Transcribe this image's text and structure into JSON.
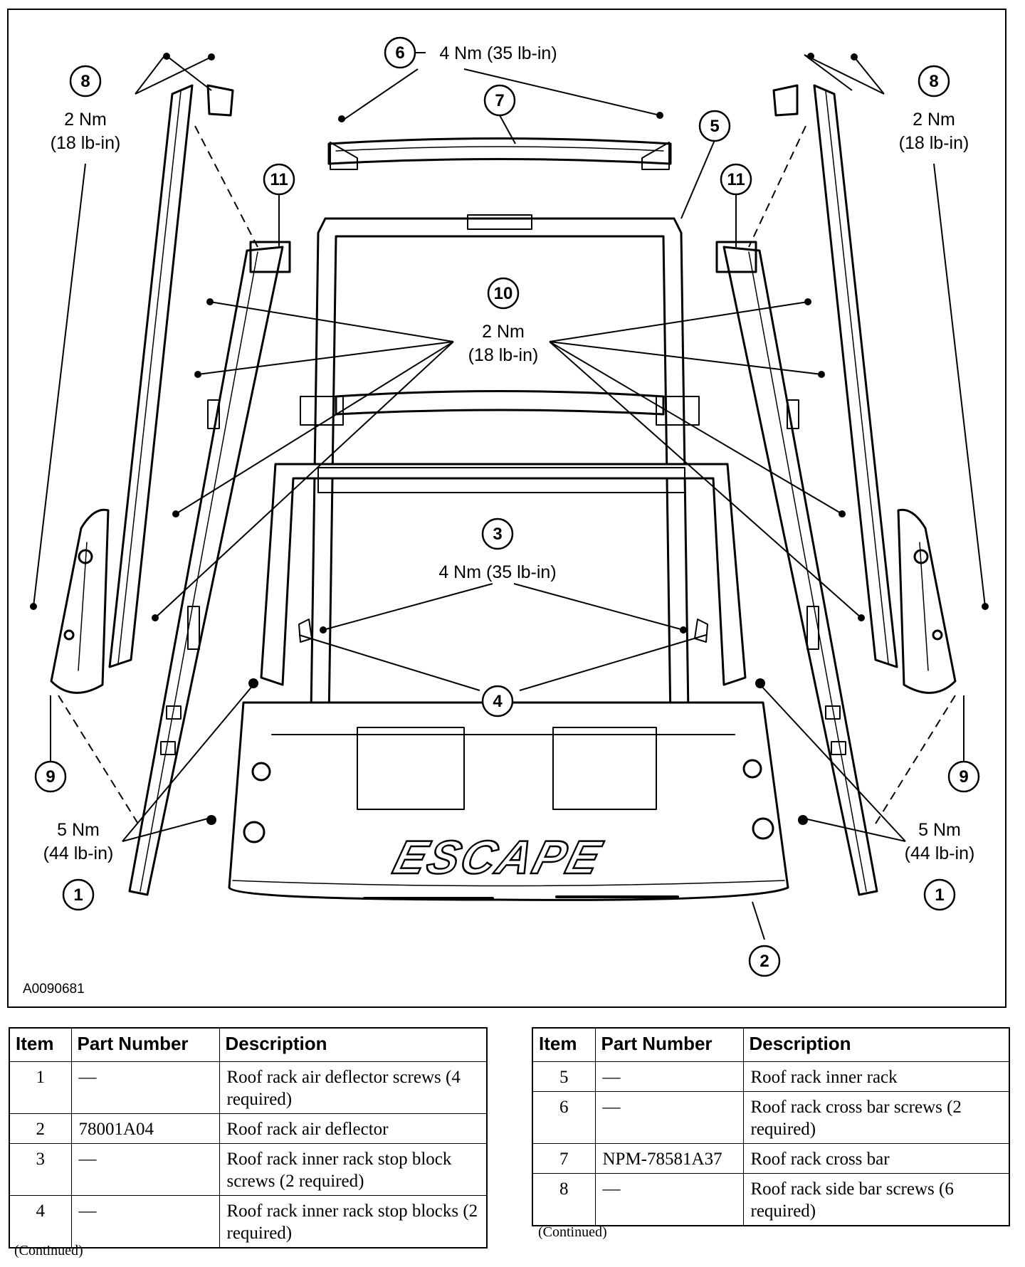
{
  "figure": {
    "id": "A0090681",
    "escape_text": "ESCAPE",
    "callouts": {
      "c1": "1",
      "c2": "2",
      "c3": "3",
      "c4": "4",
      "c5": "5",
      "c6": "6",
      "c7": "7",
      "c8": "8",
      "c9": "9",
      "c10": "10",
      "c11": "11"
    },
    "torque": {
      "item6": "4 Nm (35 lb-in)",
      "item8_nm": "2 Nm",
      "item8_lbin": "(18 lb-in)",
      "item10_nm": "2 Nm",
      "item10_lbin": "(18 lb-in)",
      "item3": "4 Nm (35 lb-in)",
      "item1_nm": "5 Nm",
      "item1_lbin": "(44 lb-in)"
    }
  },
  "tables": {
    "headers": {
      "item": "Item",
      "part_number": "Part Number",
      "description": "Description"
    },
    "left_rows": [
      {
        "item": "1",
        "part_number": "—",
        "description": "Roof rack air deflector screws (4 required)"
      },
      {
        "item": "2",
        "part_number": "78001A04",
        "description": "Roof rack air deflector"
      },
      {
        "item": "3",
        "part_number": "—",
        "description": "Roof rack inner rack stop block screws (2 required)"
      },
      {
        "item": "4",
        "part_number": "—",
        "description": "Roof rack inner rack stop blocks (2 required)"
      }
    ],
    "right_rows": [
      {
        "item": "5",
        "part_number": "—",
        "description": "Roof rack inner rack"
      },
      {
        "item": "6",
        "part_number": "—",
        "description": "Roof rack cross bar screws (2 required)"
      },
      {
        "item": "7",
        "part_number": "NPM-78581A37",
        "description": "Roof rack cross bar"
      },
      {
        "item": "8",
        "part_number": "—",
        "description": "Roof rack side bar screws (6 required)"
      }
    ],
    "continued": "(Continued)"
  }
}
